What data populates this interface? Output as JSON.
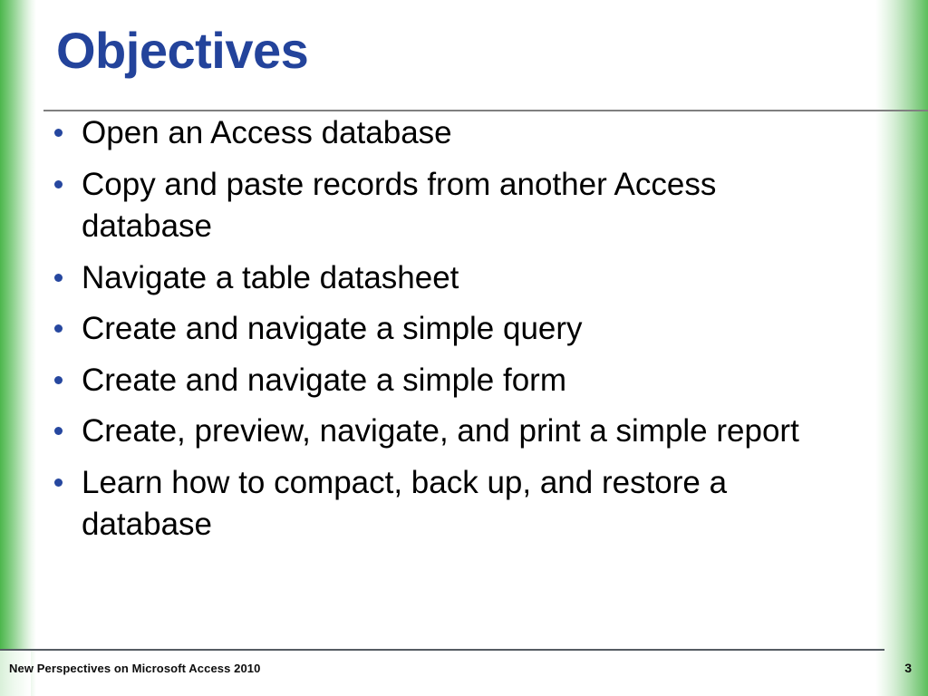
{
  "slide": {
    "title": "Objectives",
    "title_color": "#23439b",
    "bullet_color": "#26479f",
    "accent_color": "#4cb64c",
    "body_text_color": "#000000",
    "bullets": [
      "Open an Access database",
      "Copy and paste records from another Access database",
      "Navigate a table datasheet",
      "Create and navigate a simple query",
      "Create and navigate a simple form",
      "Create, preview, navigate, and print a simple report",
      "Learn how to compact, back up, and restore a database"
    ]
  },
  "footer": {
    "text": "New Perspectives on Microsoft Access 2010",
    "page_number": "3"
  }
}
